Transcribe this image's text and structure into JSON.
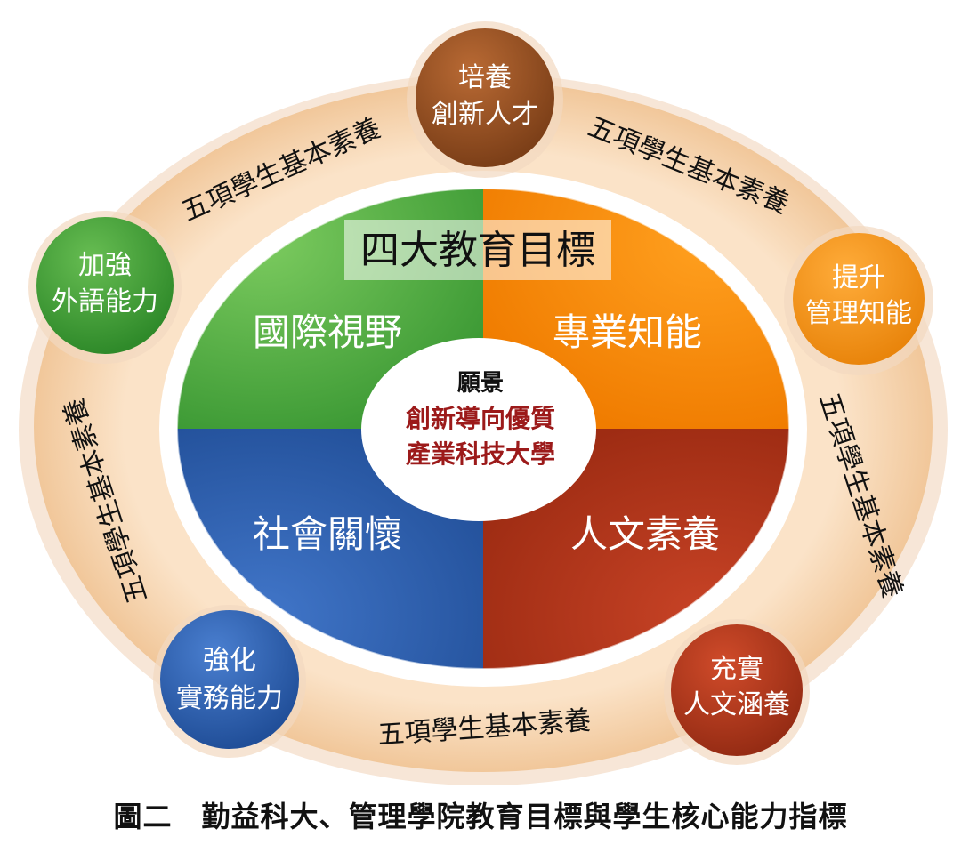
{
  "diagram": {
    "center_title": "四大教育目標",
    "quadrants": [
      {
        "label": "國際視野",
        "color": "#4fa843"
      },
      {
        "label": "專業知能",
        "color": "#f98806"
      },
      {
        "label": "社會關懷",
        "color": "#2f63b5"
      },
      {
        "label": "人文素養",
        "color": "#b7381c"
      }
    ],
    "vision": {
      "title": "願景",
      "line1": "創新導向優質",
      "line2": "產業科技大學"
    },
    "ring_text": "五項學生基本素養",
    "competencies": [
      {
        "line1": "培養",
        "line2": "創新人才",
        "color": "#9a5426"
      },
      {
        "line1": "提升",
        "line2": "管理知能",
        "color": "#f3941a"
      },
      {
        "line1": "充實",
        "line2": "人文涵養",
        "color": "#b8391d"
      },
      {
        "line1": "強化",
        "line2": "實務能力",
        "color": "#2d5fae"
      },
      {
        "line1": "加強",
        "line2": "外語能力",
        "color": "#44a040"
      }
    ]
  },
  "caption": "圖二　勤益科大、管理學院教育目標與學生核心能力指標"
}
